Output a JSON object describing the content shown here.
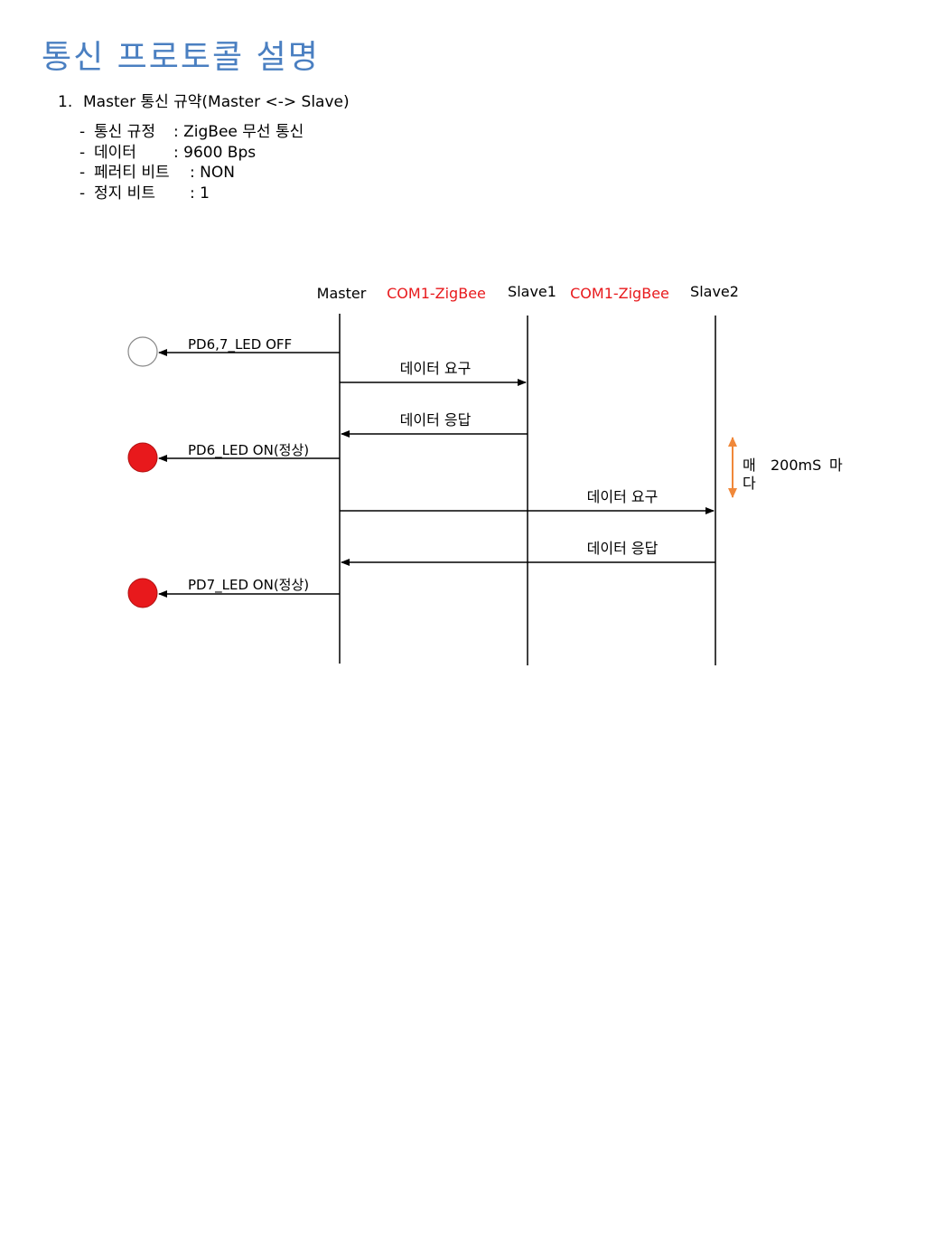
{
  "page": {
    "title": "통신 프로토콜 설명"
  },
  "section": {
    "number": "1.",
    "heading": "Master 통신 규약(Master <-> Slave)"
  },
  "specs": [
    {
      "label": "통신 규정",
      "value": "ZigBee 무선 통신"
    },
    {
      "label": "데이터",
      "value": "9600 Bps"
    },
    {
      "label": "페러티 비트",
      "value": "NON"
    },
    {
      "label": "정지 비트",
      "value": "1"
    }
  ],
  "diagram": {
    "participants": [
      {
        "name": "Master"
      },
      {
        "name": "Slave1"
      },
      {
        "name": "Slave2"
      }
    ],
    "links": [
      {
        "label": "COM1-ZigBee",
        "color": "#e8191c"
      },
      {
        "label": "COM1-ZigBee",
        "color": "#e8191c"
      }
    ],
    "led_events": [
      {
        "label": "PD6,7_LED OFF",
        "led_color": "#ffffff"
      },
      {
        "label": "PD6_LED ON(정상)",
        "led_color": "#e8191c"
      },
      {
        "label": "PD7_LED ON(정상)",
        "led_color": "#e8191c"
      }
    ],
    "messages": [
      {
        "label": "데이터 요구",
        "from": "Master",
        "to": "Slave1"
      },
      {
        "label": "데이터 응답",
        "from": "Slave1",
        "to": "Master"
      },
      {
        "label": "데이터 요구",
        "from": "Master",
        "to": "Slave2"
      },
      {
        "label": "데이터 응답",
        "from": "Slave2",
        "to": "Master"
      }
    ],
    "interval": {
      "prefix": "매",
      "value": "200mS",
      "suffix": "마다",
      "color": "#f0883a"
    }
  }
}
